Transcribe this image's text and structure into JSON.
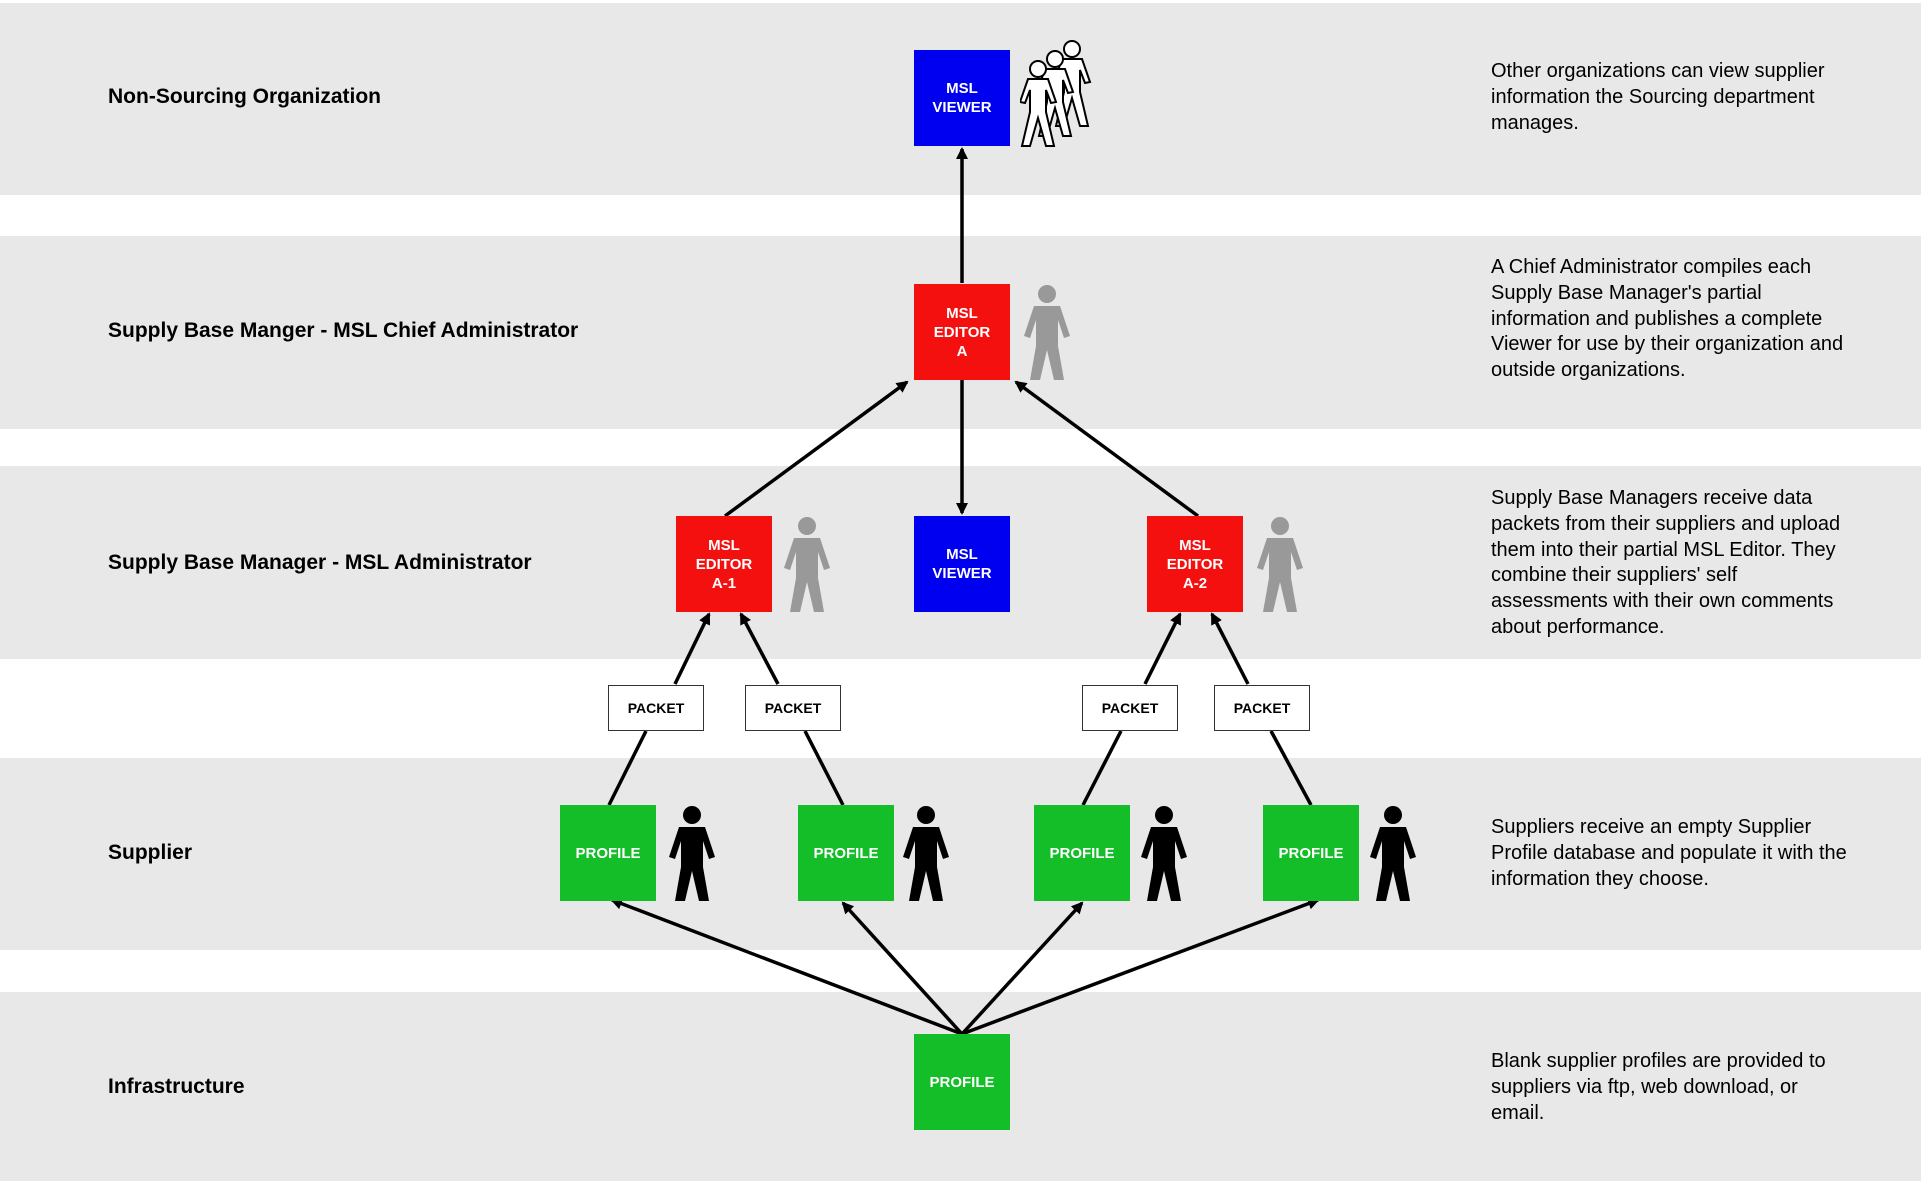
{
  "bands": [
    {
      "label": "Non-Sourcing Organization",
      "description": "Other organizations can view supplier  information the Sourcing department manages."
    },
    {
      "label": "Supply Base Manger - MSL Chief Administrator",
      "description": "A Chief Administrator compiles each Supply Base Manager's partial information and publishes a complete Viewer for use by  their organization and outside organizations."
    },
    {
      "label": "Supply Base Manager - MSL Administrator",
      "description": "Supply Base Managers receive data packets from their suppliers and upload them into their partial MSL Editor. They combine their suppliers' self assessments with their own comments about performance."
    },
    {
      "label": "Supplier",
      "description": "Suppliers receive an empty Supplier Profile database and populate it with the information they choose."
    },
    {
      "label": "Infrastructure",
      "description": "Blank supplier profiles are provided to suppliers via ftp, web download, or email."
    }
  ],
  "nodes": {
    "viewer_top": "MSL\nVIEWER",
    "editor_a": "MSL\nEDITOR\nA",
    "editor_a1": "MSL\nEDITOR\nA-1",
    "viewer_mid": "MSL\nVIEWER",
    "editor_a2": "MSL\nEDITOR\nA-2",
    "profile_1": "PROFILE",
    "profile_2": "PROFILE",
    "profile_3": "PROFILE",
    "profile_4": "PROFILE",
    "profile_infra": "PROFILE"
  },
  "packets": [
    "PACKET",
    "PACKET",
    "PACKET",
    "PACKET"
  ],
  "colors": {
    "band": "#e8e8e8",
    "viewer": "#0000f0",
    "editor": "#f51010",
    "profile": "#14be28",
    "person_admin": "#999999",
    "person_supplier": "#000000"
  }
}
